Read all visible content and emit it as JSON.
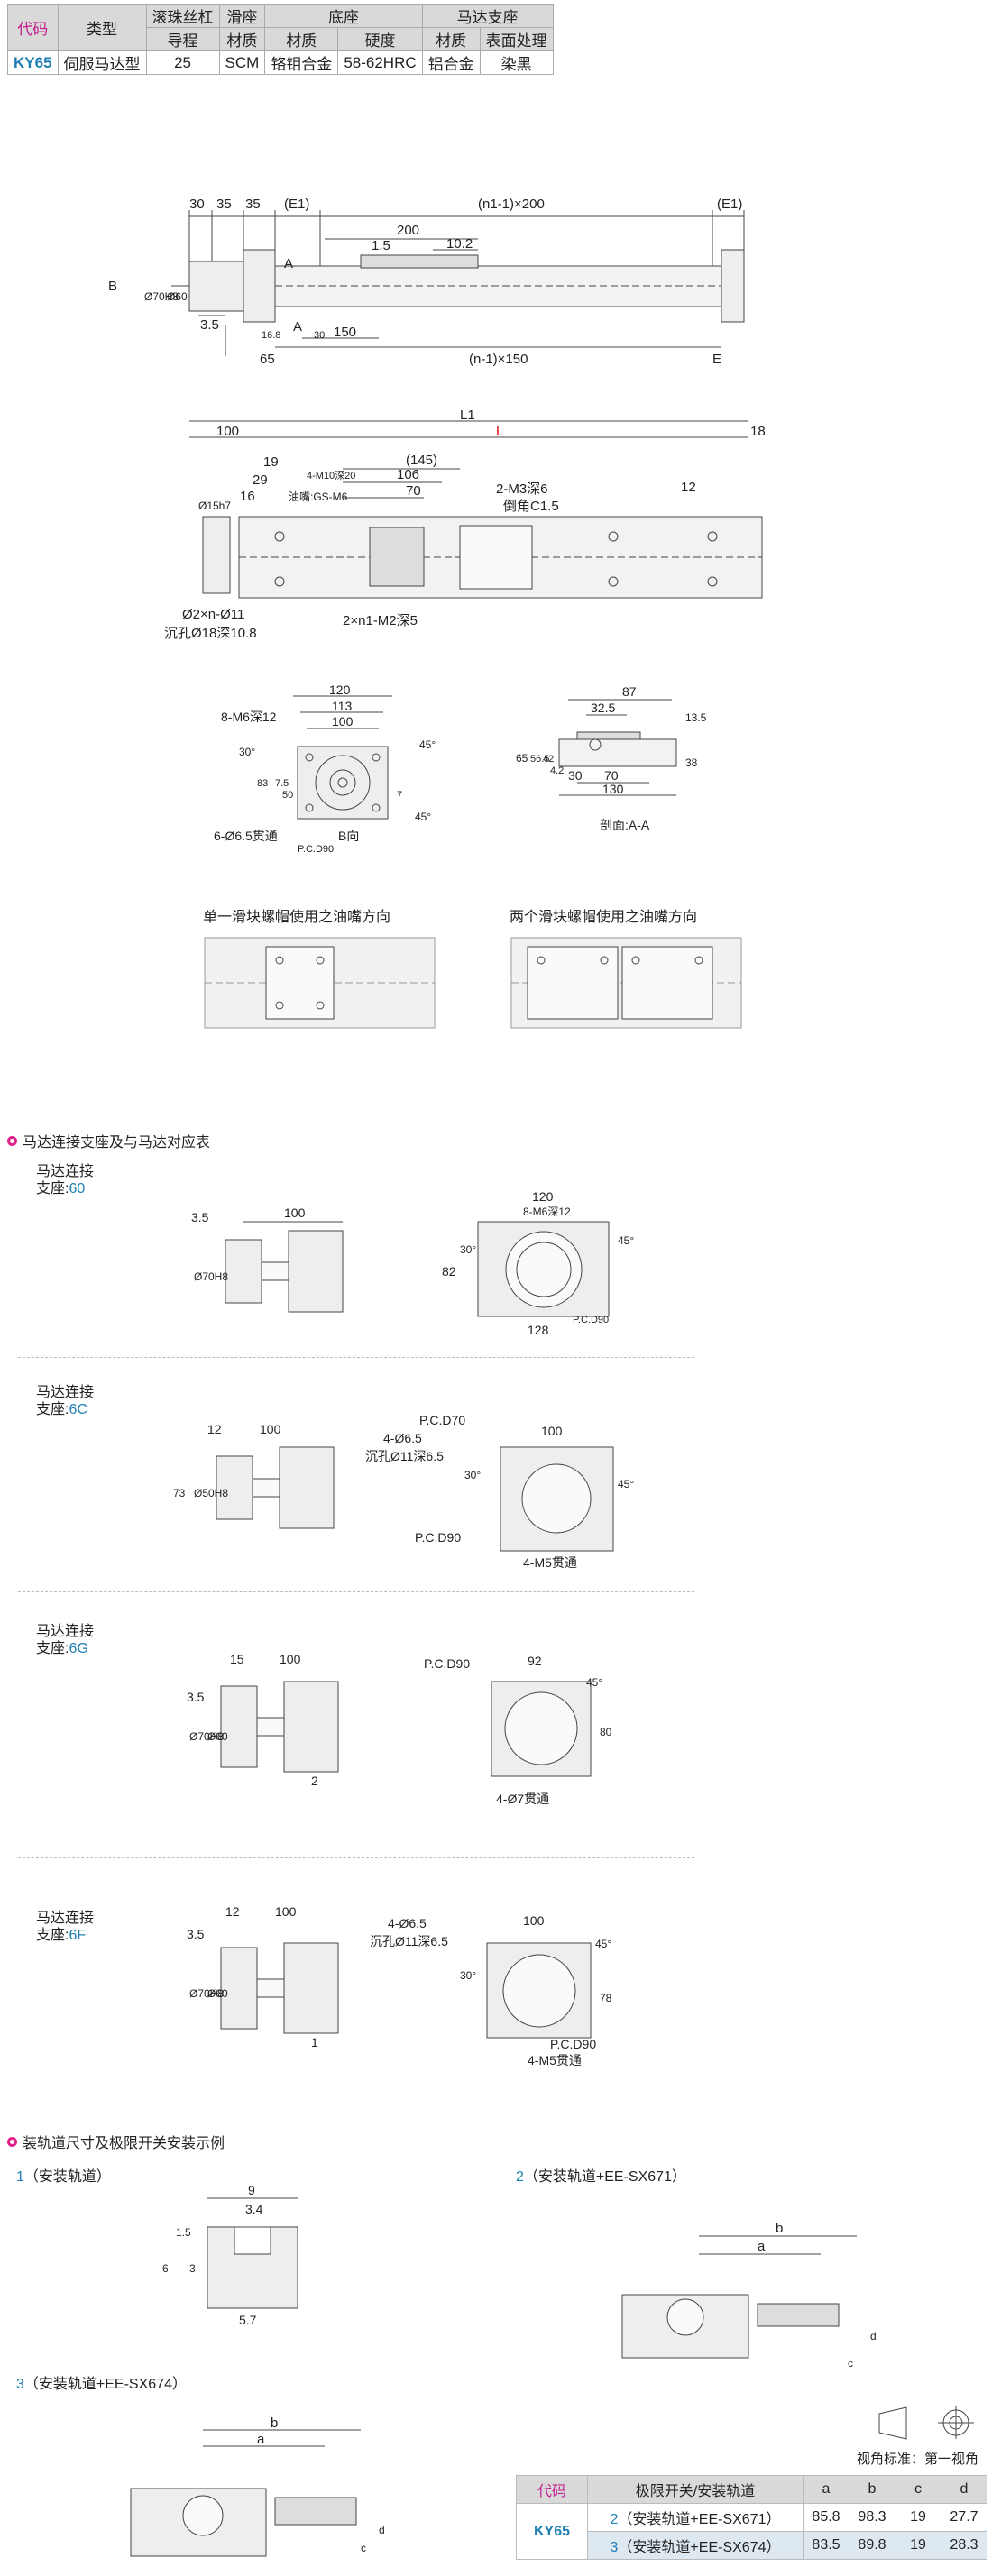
{
  "spec_table": {
    "headers_top": [
      "代码",
      "类型",
      "滚珠丝杠",
      "滑座",
      "底座",
      "马达支座"
    ],
    "headers_bottom": [
      "导程",
      "材质",
      "材质",
      "硬度",
      "材质",
      "表面处理"
    ],
    "row": [
      "KY65",
      "伺服马达型",
      "25",
      "SCM",
      "铬钼合金",
      "58-62HRC",
      "铝合金",
      "染黑"
    ]
  },
  "drawing_top": {
    "dims": [
      "30",
      "35",
      "35",
      "(E1)",
      "(n1-1)×200",
      "(E1)",
      "200",
      "10.2",
      "1.5",
      "A",
      "B",
      "Ø70H8",
      "Ø60",
      "3.5",
      "A",
      "16.8",
      "30",
      "150",
      "65",
      "(n-1)×150",
      "E"
    ]
  },
  "drawing_plan": {
    "dims": [
      "L1",
      "100",
      "L",
      "18",
      "(145)",
      "19",
      "29",
      "16",
      "Ø15h7",
      "4-M10深20",
      "106",
      "70",
      "油嘴:GS-M6",
      "2-M3深6",
      "倒角C1.5",
      "12",
      "Ø2×n-Ø11",
      "沉孔Ø18深10.8",
      "2×n1-M2深5"
    ]
  },
  "drawing_end": {
    "dims": [
      "120",
      "113",
      "100",
      "8-M6深12",
      "30°",
      "45°",
      "45°",
      "83",
      "7.5",
      "50",
      "7",
      "6-Ø6.5贯通",
      "P.C.D90",
      "B向"
    ]
  },
  "drawing_section": {
    "dims": [
      "87",
      "32.5",
      "13.5",
      "65",
      "56.5",
      "42",
      "4.2",
      "38",
      "30",
      "70",
      "130",
      "剖面:A-A"
    ]
  },
  "nozzle": {
    "single": "单一滑块螺帽使用之油嘴方向",
    "double": "两个滑块螺帽使用之油嘴方向"
  },
  "section_motor": {
    "title": "马达连接支座及与马达对应表",
    "items": [
      {
        "label": "马达连接",
        "sub": "支座:",
        "code": "60",
        "dims": [
          "3.5",
          "100",
          "Ø70H8",
          "120",
          "8-M6深12",
          "82",
          "30°",
          "45°",
          "128",
          "P.C.D90"
        ]
      },
      {
        "label": "马达连接",
        "sub": "支座:",
        "code": "6C",
        "dims": [
          "12",
          "100",
          "73",
          "Ø50H8",
          "P.C.D70",
          "4-Ø6.5",
          "沉孔Ø11深6.5",
          "100",
          "30°",
          "45°",
          "P.C.D90",
          "4-M5贯通"
        ]
      },
      {
        "label": "马达连接",
        "sub": "支座:",
        "code": "6G",
        "dims": [
          "15",
          "100",
          "3.5",
          "Ø70H8",
          "Ø60",
          "2",
          "P.C.D90",
          "92",
          "80",
          "45°",
          "4-Ø7贯通"
        ]
      },
      {
        "label": "马达连接",
        "sub": "支座:",
        "code": "6F",
        "dims": [
          "12",
          "100",
          "3.5",
          "Ø70H8",
          "Ø60",
          "1",
          "4-Ø6.5",
          "沉孔Ø11深6.5",
          "100",
          "30°",
          "45°",
          "78",
          "P.C.D90",
          "4-M5贯通"
        ]
      }
    ]
  },
  "section_rail": {
    "title": "装轨道尺寸及极限开关安装示例",
    "item1": {
      "num": "1",
      "label": "（安装轨道）",
      "dims": [
        "9",
        "3.4",
        "1.5",
        "6",
        "3",
        "5.7"
      ]
    },
    "item2": {
      "num": "2",
      "label": "（安装轨道+EE-SX671）",
      "dims": [
        "b",
        "a",
        "c",
        "d"
      ]
    },
    "item3": {
      "num": "3",
      "label": "（安装轨道+EE-SX674）",
      "dims": [
        "b",
        "a",
        "c",
        "d"
      ]
    },
    "view_label": "视角标准：第一视角"
  },
  "rail_table": {
    "headers": [
      "代码",
      "极限开关/安装轨道",
      "a",
      "b",
      "c",
      "d"
    ],
    "code": "KY65",
    "rows": [
      {
        "num": "2",
        "desc": "（安装轨道+EE-SX671）",
        "a": "85.8",
        "b": "98.3",
        "c": "19",
        "d": "27.7"
      },
      {
        "num": "3",
        "desc": "（安装轨道+EE-SX674）",
        "a": "83.5",
        "b": "89.8",
        "c": "19",
        "d": "28.3"
      }
    ]
  }
}
